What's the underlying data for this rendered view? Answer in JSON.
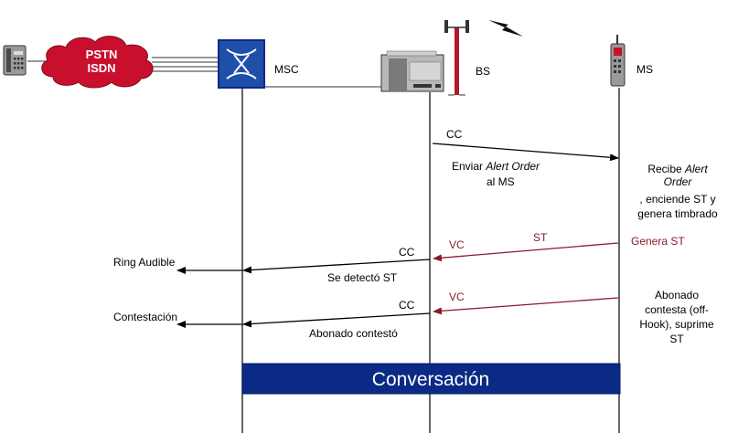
{
  "cloud": {
    "line1": "PSTN",
    "line2": "ISDN"
  },
  "entities": {
    "msc": "MSC",
    "bs": "BS",
    "ms": "MS"
  },
  "messages": {
    "cc1": "CC",
    "enviar_a": "Enviar ",
    "enviar_b": "Alert Order",
    "enviar_c": "al MS",
    "recibe_a": "Recibe ",
    "recibe_b": "Alert",
    "recibe_c": "Order",
    "recibe_d": ", enciende ST y",
    "recibe_e": "genera timbrado",
    "st": "ST",
    "vc1": "VC",
    "genera_st": "Genera ST",
    "cc2": "CC",
    "ring_audible": "Ring Audible",
    "se_detecto": "Se detectó ST",
    "vc2": "VC",
    "cc3": "CC",
    "abonado_1": "Abonado",
    "abonado_2": "contesta (off-",
    "abonado_3": "Hook), suprime",
    "abonado_4": "ST",
    "contestacion": "Contestación",
    "abonado_contesto": "Abonado contestó"
  },
  "conversation": "Conversación",
  "colors": {
    "navy": "#0b2a86",
    "dark_red": "#8b1a2b",
    "cloud": "#c8102e"
  },
  "icons": [
    "telephone-icon",
    "pstn-cloud-icon",
    "msc-switch-icon",
    "base-station-icon",
    "antenna-tower-icon",
    "radio-wave-icon",
    "mobile-phone-icon"
  ]
}
